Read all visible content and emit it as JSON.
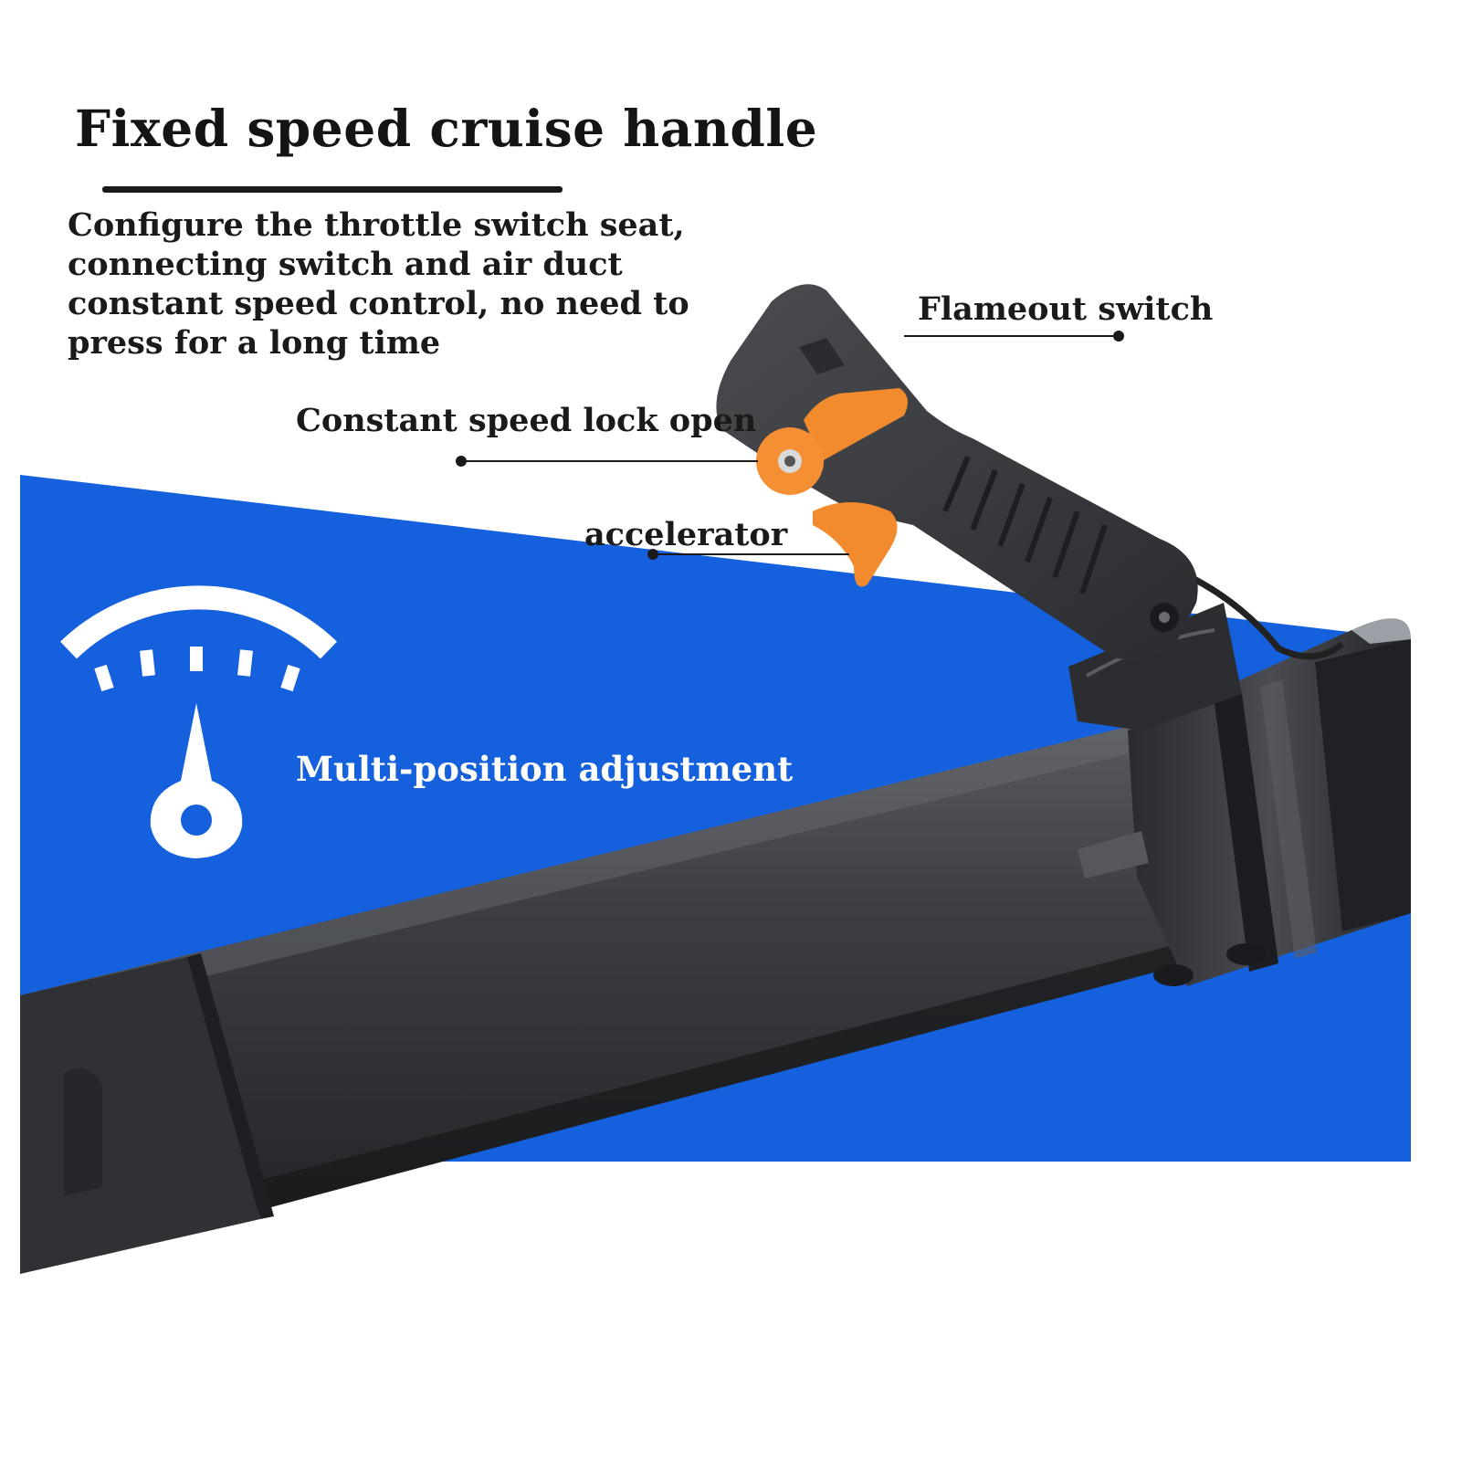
{
  "title": "Fixed speed cruise handle",
  "description_lines": [
    "Configure the throttle switch seat,",
    "connecting switch and air duct",
    "constant speed control, no need to",
    "press for a long time"
  ],
  "callouts": {
    "flameout": "Flameout switch",
    "constant_lock": "Constant speed lock open",
    "accelerator": "accelerator"
  },
  "feature_label": "Multi-position adjustment",
  "icons": {
    "dial": "adjustment-dial-icon"
  },
  "colors": {
    "background": "#ffffff",
    "blue_panel": "#1560dc",
    "tube": "#3b3d42",
    "handle": "#3a3c40",
    "trigger": "#f28a2e",
    "text": "#141414",
    "label_on_blue": "#ffffff"
  }
}
